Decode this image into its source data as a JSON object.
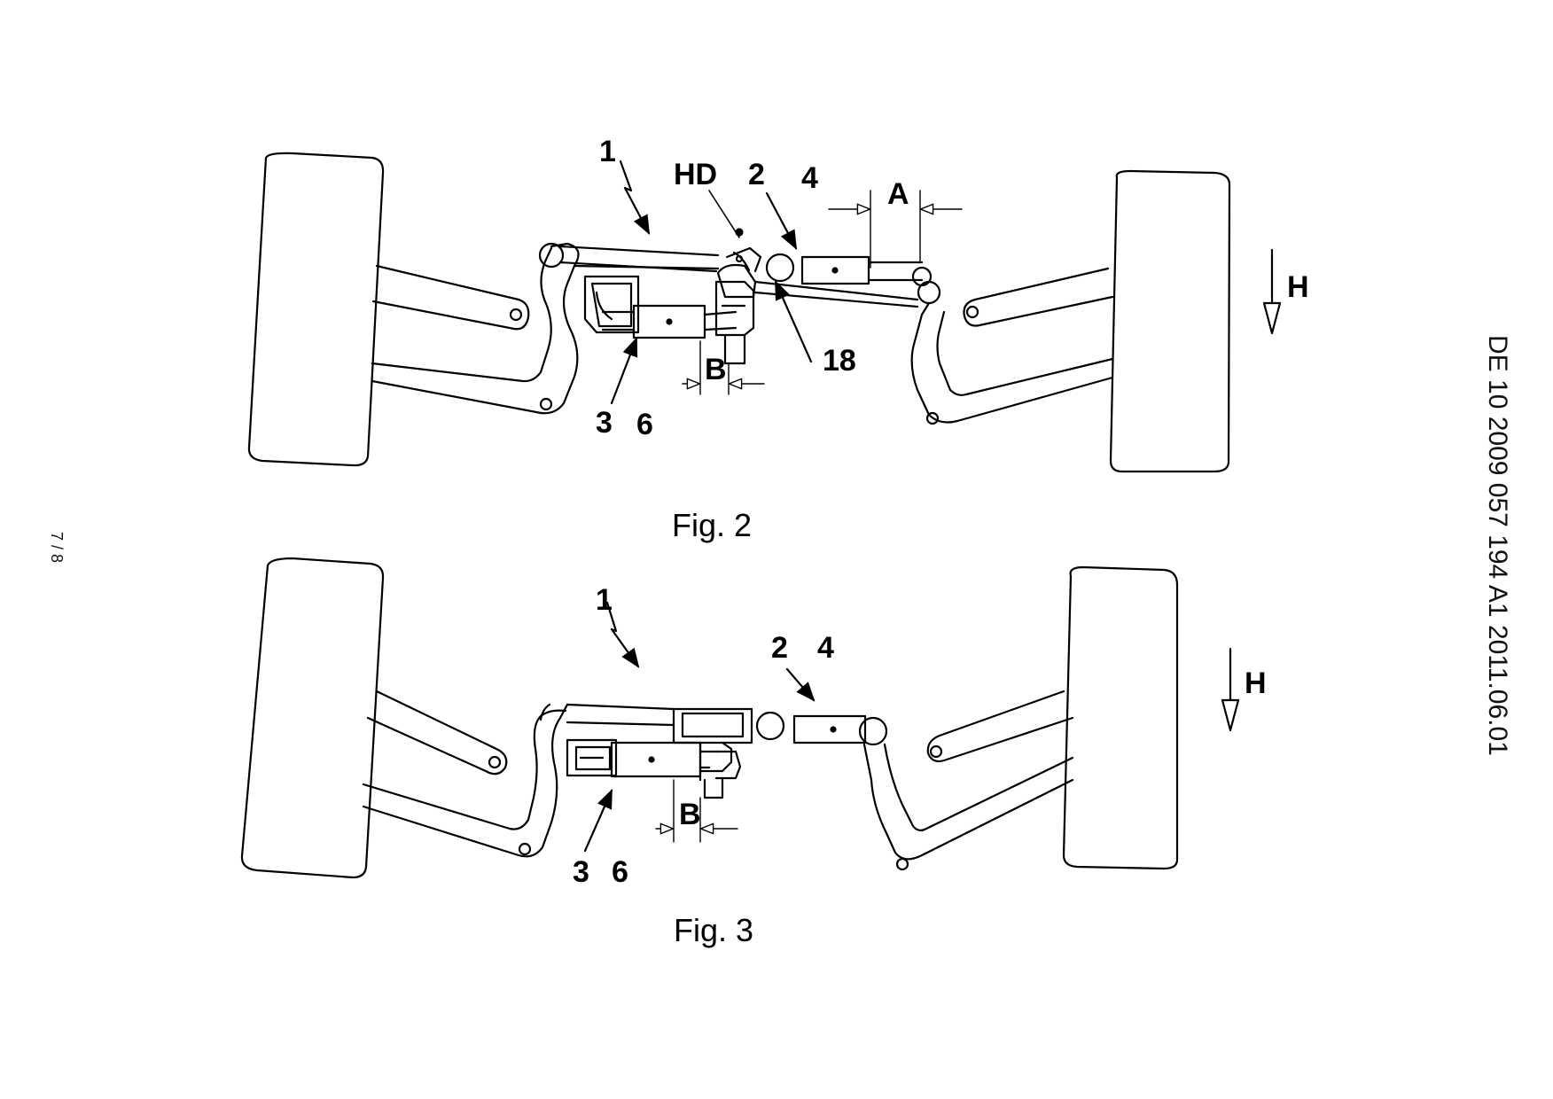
{
  "side_text": "DE 10 2009 057 194 A1   2011.06.01",
  "page_number": "7 / 8",
  "fig2": {
    "caption": "Fig. 2",
    "labels": {
      "l1": "1",
      "lHD": "HD",
      "l2": "2",
      "l4": "4",
      "lA": "A",
      "lH": "H",
      "l18": "18",
      "lB": "B",
      "l3": "3",
      "l6": "6"
    }
  },
  "fig3": {
    "caption": "Fig. 3",
    "labels": {
      "l1": "1",
      "l2": "2",
      "l4": "4",
      "lH": "H",
      "lB": "B",
      "l3": "3",
      "l6": "6"
    }
  }
}
